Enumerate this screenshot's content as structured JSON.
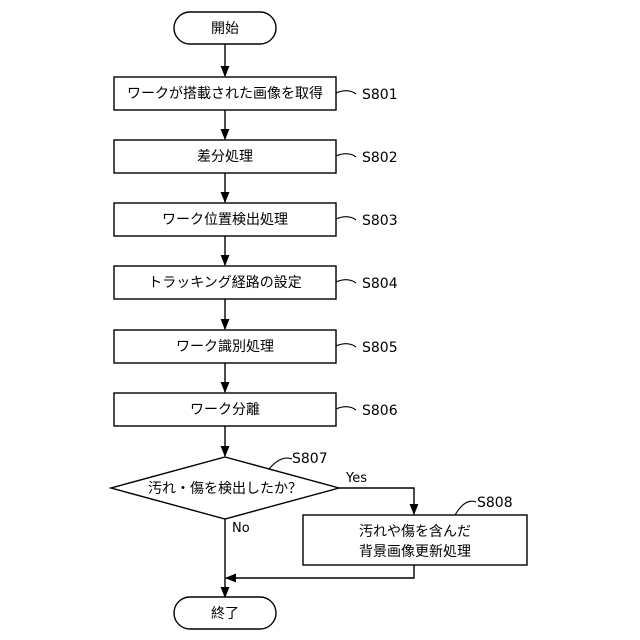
{
  "start": "開始",
  "end": "終了",
  "steps": [
    {
      "id": "S801",
      "label": "ワークが搭載された画像を取得"
    },
    {
      "id": "S802",
      "label": "差分処理"
    },
    {
      "id": "S803",
      "label": "ワーク位置検出処理"
    },
    {
      "id": "S804",
      "label": "トラッキング経路の設定"
    },
    {
      "id": "S805",
      "label": "ワーク識別処理"
    },
    {
      "id": "S806",
      "label": "ワーク分離"
    }
  ],
  "decision": {
    "id": "S807",
    "label": "汚れ・傷を検出したか？",
    "yes": "Yes",
    "no": "No"
  },
  "update": {
    "id": "S808",
    "line1": "汚れや傷を含んだ",
    "line2": "背景画像更新処理"
  }
}
